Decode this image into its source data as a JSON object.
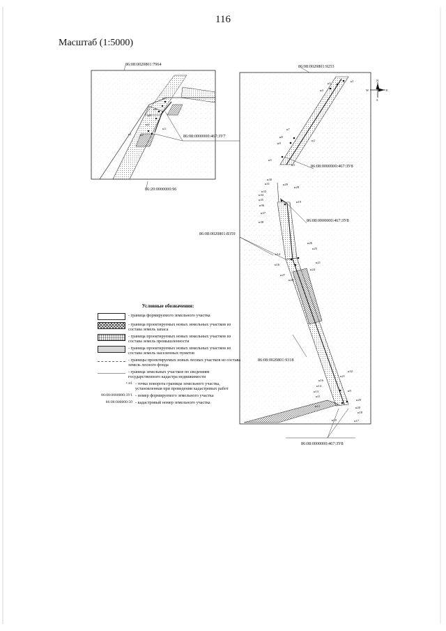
{
  "page_number": "116",
  "scale_label": "Масштаб (1:5000)",
  "map_labels": {
    "inset_top": "86:08:0020801:7964",
    "inset_bottom": "86:20:0000000:96",
    "inset_zu7": "86:08:0000000:467:ЗУ7",
    "main_top": "86:08:0020801:9253",
    "main_zu8_a": "86:08:0000000:467:ЗУ8",
    "main_zu8_b": "86:08:0000000:467:ЗУ8",
    "main_8359": "86:08:0020801:8359",
    "main_9318": "86:08:0020801:9318",
    "main_zu8_bottom": "86:08:0000000:467:ЗУ8"
  },
  "points": [
    "н1",
    "н2",
    "н3",
    "н4",
    "н5",
    "н6",
    "н7",
    "н8",
    "н9",
    "н10",
    "н11",
    "н12",
    "н13",
    "н14",
    "н15",
    "н16",
    "н17",
    "н18",
    "н19",
    "н20",
    "н21",
    "н22",
    "н23",
    "н24",
    "н25",
    "н26",
    "н27",
    "н28",
    "н29",
    "н30",
    "н31",
    "н32",
    "н33",
    "н34",
    "н35",
    "н36",
    "н37",
    "н38"
  ],
  "compass": {
    "n": "N",
    "s": "S",
    "w": "W",
    "e": "E"
  },
  "legend": {
    "title": "Условные обозначения:",
    "items": [
      {
        "key": "",
        "text": "- граница формируемого земельного участка"
      },
      {
        "key": "",
        "text": "- граница проектируемых новых земельных участков из состава земель запаса"
      },
      {
        "key": "",
        "text": "- граница проектируемых новых земельных участков из состава земель промышленности"
      },
      {
        "key": "",
        "text": "- граница проектируемых новых земельных участков из состава земель населенных пунктов"
      },
      {
        "key": "",
        "text": "- границы проектируемых новых лесных участков из состава земель лесного фонда"
      },
      {
        "key": "",
        "text": "- граница земельных участков по сведениям государственного кадастра недвижимости"
      },
      {
        "key": "• н1",
        "text": "- точка поворота границы земельного участка, установленная при проведении кадастровых работ"
      },
      {
        "key": "86:08:0000000:ЗУ1",
        "text": "- номер формируемого земельного участка"
      },
      {
        "key": "86:08:000000:50",
        "text": "- кадастровый номер земельного участка"
      }
    ]
  }
}
